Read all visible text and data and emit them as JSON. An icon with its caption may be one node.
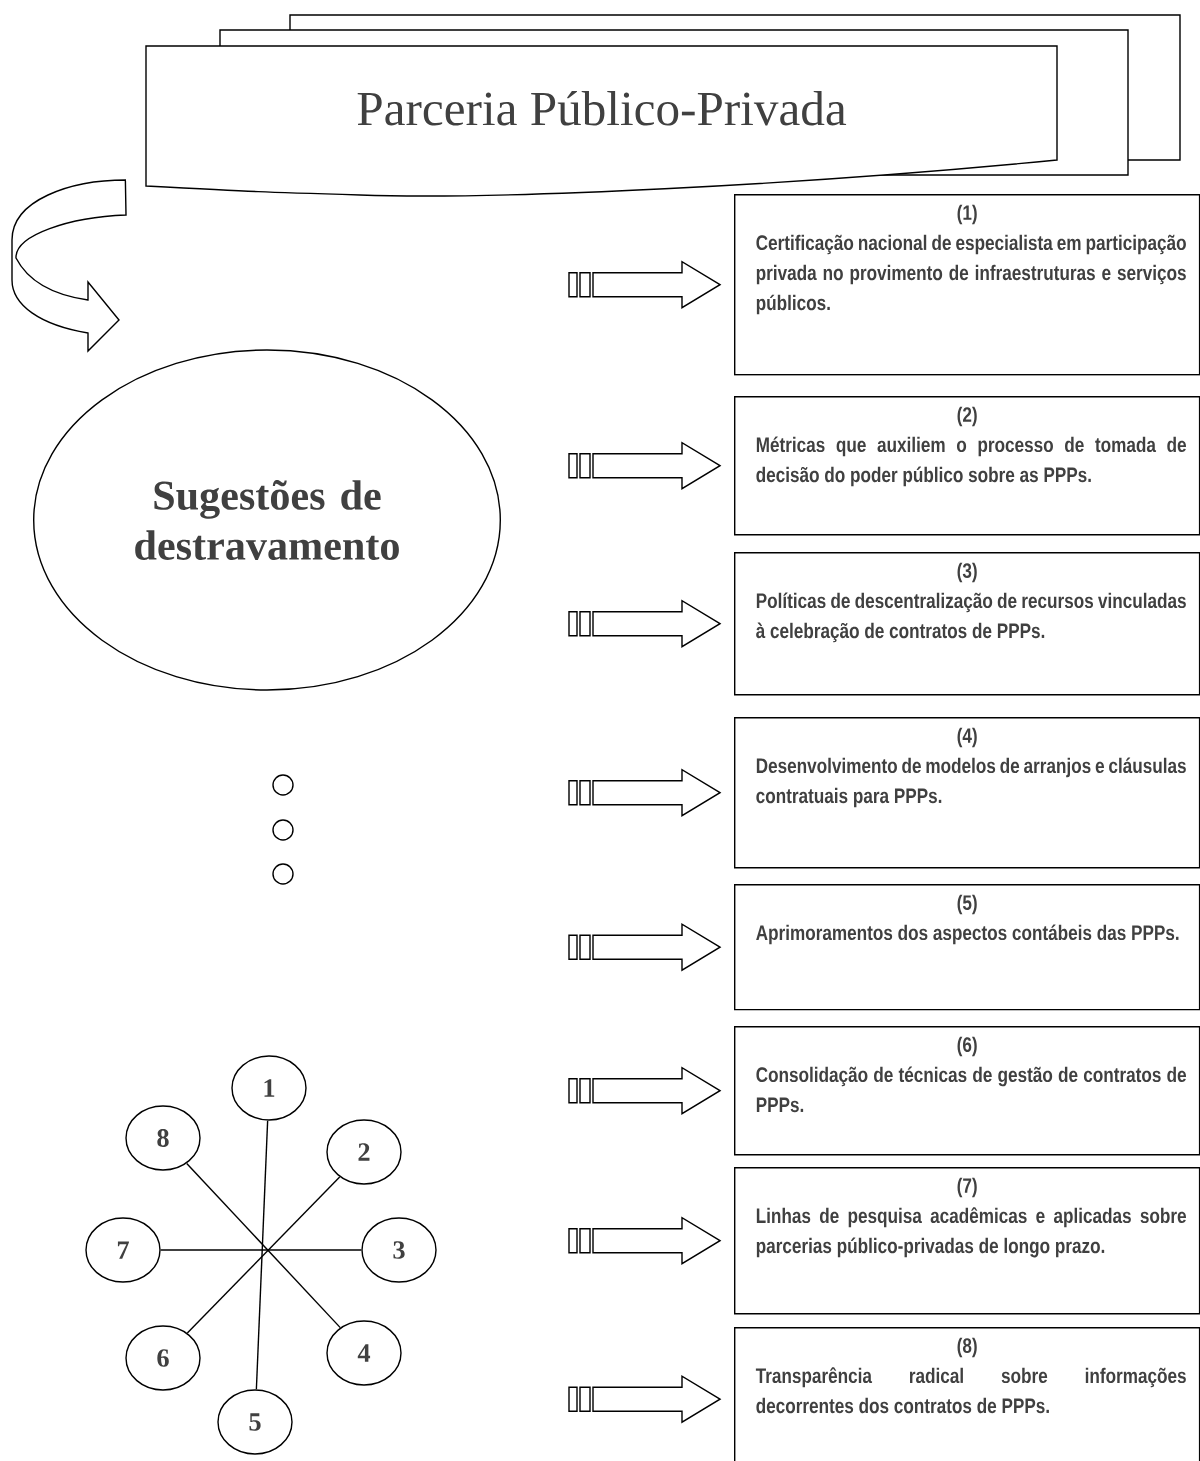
{
  "diagram": {
    "nodes": [
      {
        "text": [
          "Parceria Público-Privada"
        ]
      },
      {
        "text": [
          "Sugestões de destravamento"
        ]
      },
      {
        "text": [
          "(1)",
          "Certificação nacional de especialista em participação privada no provimento de infraestruturas e serviços públicos."
        ]
      },
      {
        "text": [
          "(2)",
          "Métricas que auxiliem o processo de tomada de decisão do poder público sobre as PPPs."
        ]
      },
      {
        "text": [
          "(3)",
          "Políticas de descentralização de recursos vinculadas à celebração de contratos de PPPs."
        ]
      },
      {
        "text": [
          "(4)",
          "Desenvolvimento de modelos de arranjos e cláusulas contratuais para PPPs."
        ]
      },
      {
        "text": [
          "(5)",
          "Aprimoramentos dos aspectos contábeis das PPPs."
        ]
      },
      {
        "text": [
          "(6)",
          "Consolidação de técnicas de gestão de contratos de PPPs."
        ]
      },
      {
        "text": [
          "(7)",
          "Linhas de pesquisa acadêmicas e aplicadas sobre parcerias público-privadas de longo prazo."
        ]
      },
      {
        "text": [
          "(8)",
          "Transparência radical sobre informações decorrentes dos contratos de PPPs."
        ]
      },
      {
        "text": [
          "1"
        ]
      },
      {
        "text": [
          "2"
        ]
      },
      {
        "text": [
          "3"
        ]
      },
      {
        "text": [
          "4"
        ]
      },
      {
        "text": [
          "5"
        ]
      },
      {
        "text": [
          "6"
        ]
      },
      {
        "text": [
          "7"
        ]
      },
      {
        "text": [
          "8"
        ]
      }
    ],
    "edges": [
      {
        "from": 0,
        "to": 1,
        "arrow": "to"
      },
      {
        "from": null,
        "to": 2,
        "arrow": "to"
      },
      {
        "from": null,
        "to": 3,
        "arrow": "to"
      },
      {
        "from": null,
        "to": 4,
        "arrow": "to"
      },
      {
        "from": null,
        "to": 5,
        "arrow": "to"
      },
      {
        "from": null,
        "to": 6,
        "arrow": "to"
      },
      {
        "from": null,
        "to": 7,
        "arrow": "to"
      },
      {
        "from": null,
        "to": 8,
        "arrow": "to"
      },
      {
        "from": null,
        "to": 9,
        "arrow": "to"
      },
      {
        "from": 10,
        "to": 14,
        "arrow": "none"
      },
      {
        "from": 17,
        "to": 13,
        "arrow": "none"
      },
      {
        "from": 11,
        "to": 15,
        "arrow": "none"
      },
      {
        "from": 16,
        "to": 12,
        "arrow": "none"
      }
    ]
  }
}
